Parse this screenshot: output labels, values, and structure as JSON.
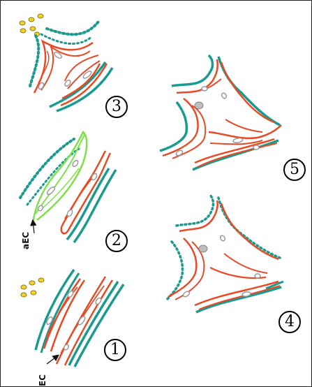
{
  "stages": [
    {
      "label": "1"
    },
    {
      "label": "2"
    },
    {
      "label": "3"
    },
    {
      "label": "4"
    },
    {
      "label": "5"
    }
  ],
  "annotations": {
    "aec_label": "aEC",
    "ec_label": "EC"
  },
  "colors": {
    "endothelium": "#e84a25",
    "basement": "#1b9b8f",
    "activated": "#7ee14a",
    "nucleus": "#9a9a9a",
    "cells": "#f2d12c"
  }
}
